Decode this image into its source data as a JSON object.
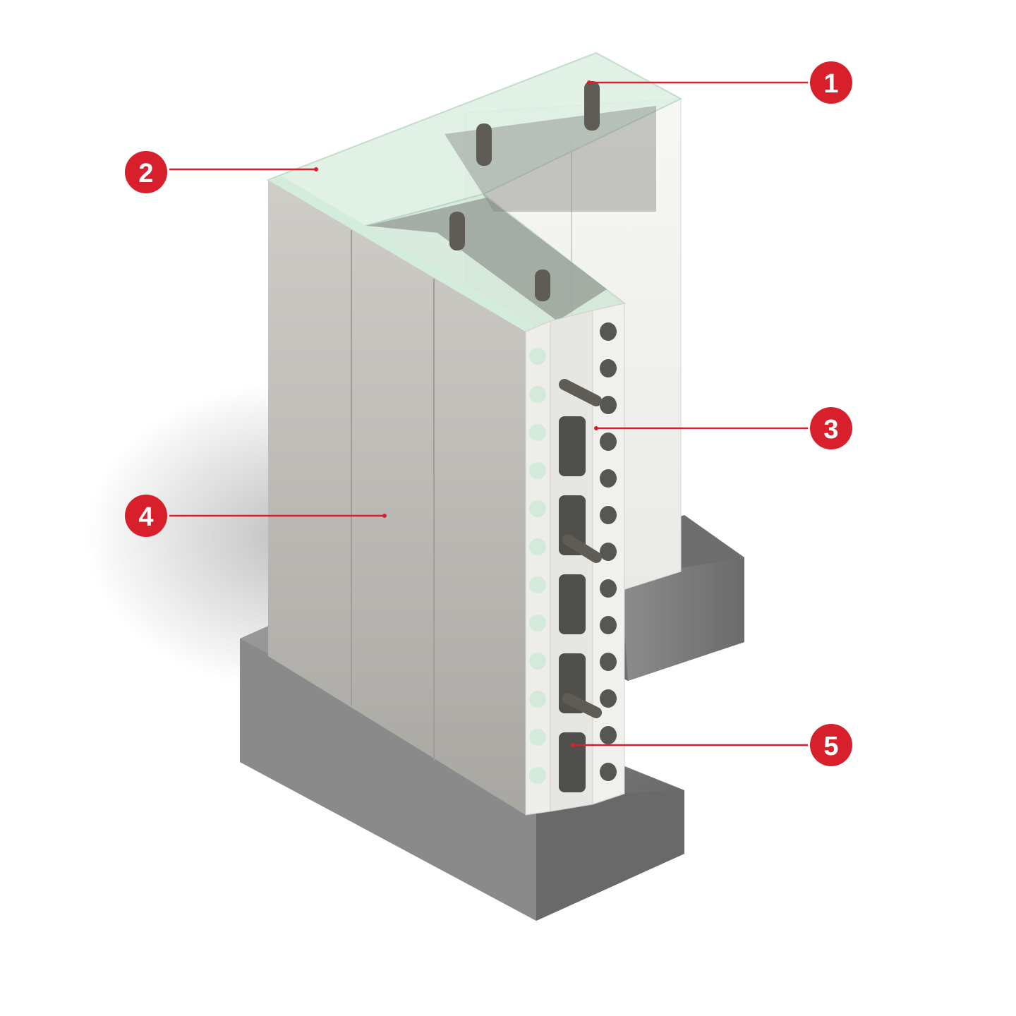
{
  "colors": {
    "callout": "#d7202b",
    "panel_face": "#b9b7b2",
    "panel_light": "#d8d6d1",
    "top_green": "#cfe9d8",
    "concrete": "#7d7d7d",
    "edge_white": "#eeeeec",
    "rebar": "#6f6a62"
  },
  "callouts": [
    {
      "label": "1"
    },
    {
      "label": "2"
    },
    {
      "label": "3"
    },
    {
      "label": "4"
    },
    {
      "label": "5"
    }
  ]
}
